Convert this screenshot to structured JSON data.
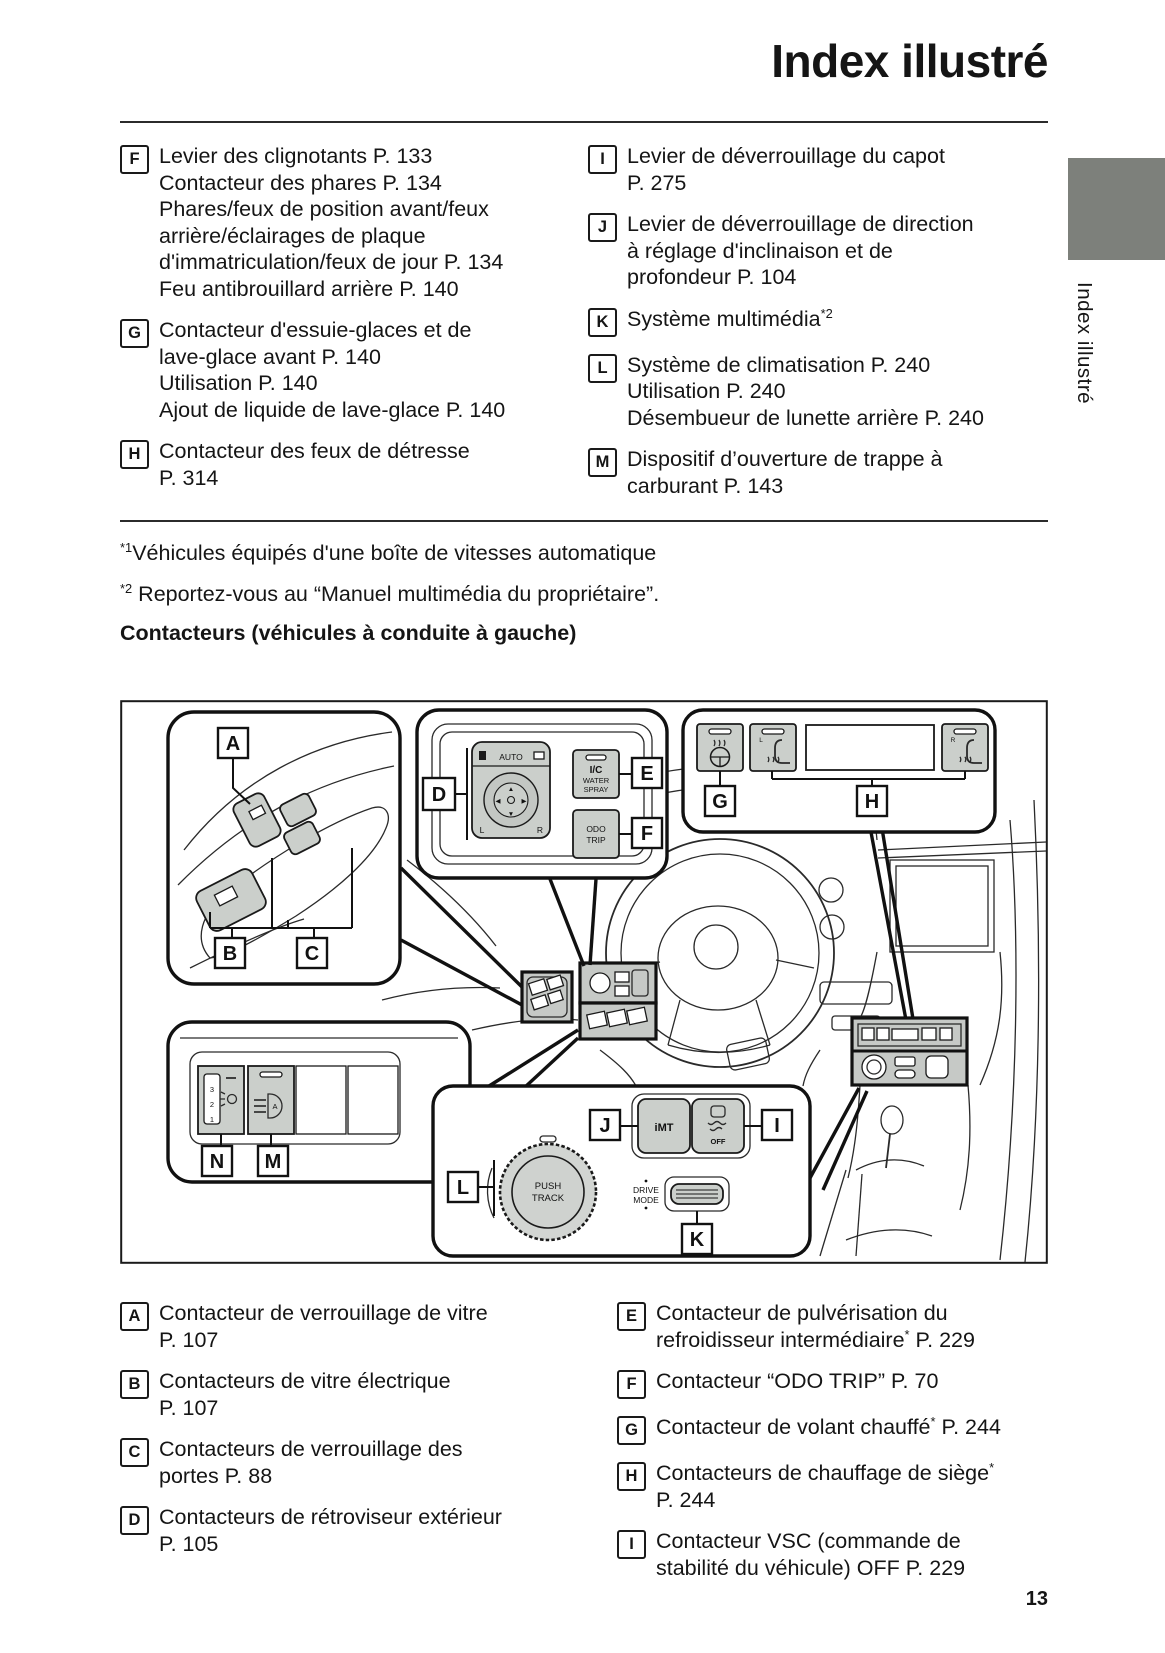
{
  "page": {
    "title": "Index illustré",
    "sidebar_label": "Index illustré",
    "page_number": "13",
    "section_heading": "Contacteurs (véhicules à conduite à gauche)",
    "footnotes": [
      "^*1^Véhicules équipés d'une boîte de vitesses automatique",
      "^*2^ Reportez-vous au “Manuel multimédia du propriétaire”."
    ]
  },
  "top_index": {
    "left": [
      {
        "key": "F",
        "lines": [
          "Levier des clignotants P. 133",
          "Contacteur des phares P. 134",
          "Phares/feux de position avant/feux",
          "arrière/éclairages de plaque",
          "d'immatriculation/feux de jour P. 134",
          "Feu antibrouillard arrière P. 140"
        ]
      },
      {
        "key": "G",
        "lines": [
          "Contacteur d'essuie-glaces et de",
          "lave-glace avant P. 140",
          "Utilisation P. 140",
          "Ajout de liquide de lave-glace P. 140"
        ]
      },
      {
        "key": "H",
        "lines": [
          "Contacteur des feux de détresse",
          "P. 314"
        ]
      }
    ],
    "right": [
      {
        "key": "I",
        "lines": [
          "Levier de déverrouillage du capot",
          "P. 275"
        ]
      },
      {
        "key": "J",
        "lines": [
          "Levier de déverrouillage de direction",
          "à réglage d'inclinaison et de",
          "profondeur P. 104"
        ]
      },
      {
        "key": "K",
        "lines": [
          "Système multimédia^*2^"
        ]
      },
      {
        "key": "L",
        "lines": [
          "Système de climatisation P. 240",
          "Utilisation P. 240",
          "Désembueur de lunette arrière P. 240"
        ]
      },
      {
        "key": "M",
        "lines": [
          "Dispositif d’ouverture de trappe à",
          "carburant P. 143"
        ]
      }
    ]
  },
  "bottom_index": {
    "left": [
      {
        "key": "A",
        "lines": [
          "Contacteur de verrouillage de vitre",
          "P. 107"
        ]
      },
      {
        "key": "B",
        "lines": [
          "Contacteurs de vitre électrique",
          "P. 107"
        ]
      },
      {
        "key": "C",
        "lines": [
          "Contacteurs de verrouillage des",
          "portes P. 88"
        ]
      },
      {
        "key": "D",
        "lines": [
          "Contacteurs de rétroviseur extérieur",
          "P. 105"
        ]
      }
    ],
    "right": [
      {
        "key": "E",
        "lines": [
          "Contacteur de pulvérisation du",
          "refroidisseur intermédiaire^*^ P. 229"
        ]
      },
      {
        "key": "F",
        "lines": [
          "Contacteur “ODO TRIP” P. 70"
        ]
      },
      {
        "key": "G",
        "lines": [
          "Contacteur de volant chauffé^*^ P. 244"
        ]
      },
      {
        "key": "H",
        "lines": [
          "Contacteurs de chauffage de siège^*^",
          "P. 244"
        ]
      },
      {
        "key": "I",
        "lines": [
          "Contacteur VSC (commande de",
          "stabilité du véhicule) OFF P. 229"
        ]
      }
    ]
  },
  "diagram": {
    "callouts": {
      "a": "A",
      "b": "B",
      "c": "C",
      "d": "D",
      "e": "E",
      "f": "F",
      "g": "G",
      "h": "H",
      "i": "I",
      "j": "J",
      "k": "K",
      "l": "L",
      "m": "M",
      "n": "N"
    },
    "labels": {
      "auto": "AUTO",
      "mirror_l": "L",
      "mirror_r": "R",
      "ic": "I/C",
      "water": "WATER",
      "spray": "SPRAY",
      "odo": "ODO",
      "trip": "TRIP",
      "seat_l": "L",
      "seat_r": "R",
      "imt": "iMT",
      "off": "OFF",
      "push": "PUSH",
      "track": "TRACK",
      "drive": "DRIVE",
      "mode": "MODE",
      "level_3": "3",
      "level_2": "2",
      "level_1": "1",
      "beam_a": "A"
    }
  }
}
